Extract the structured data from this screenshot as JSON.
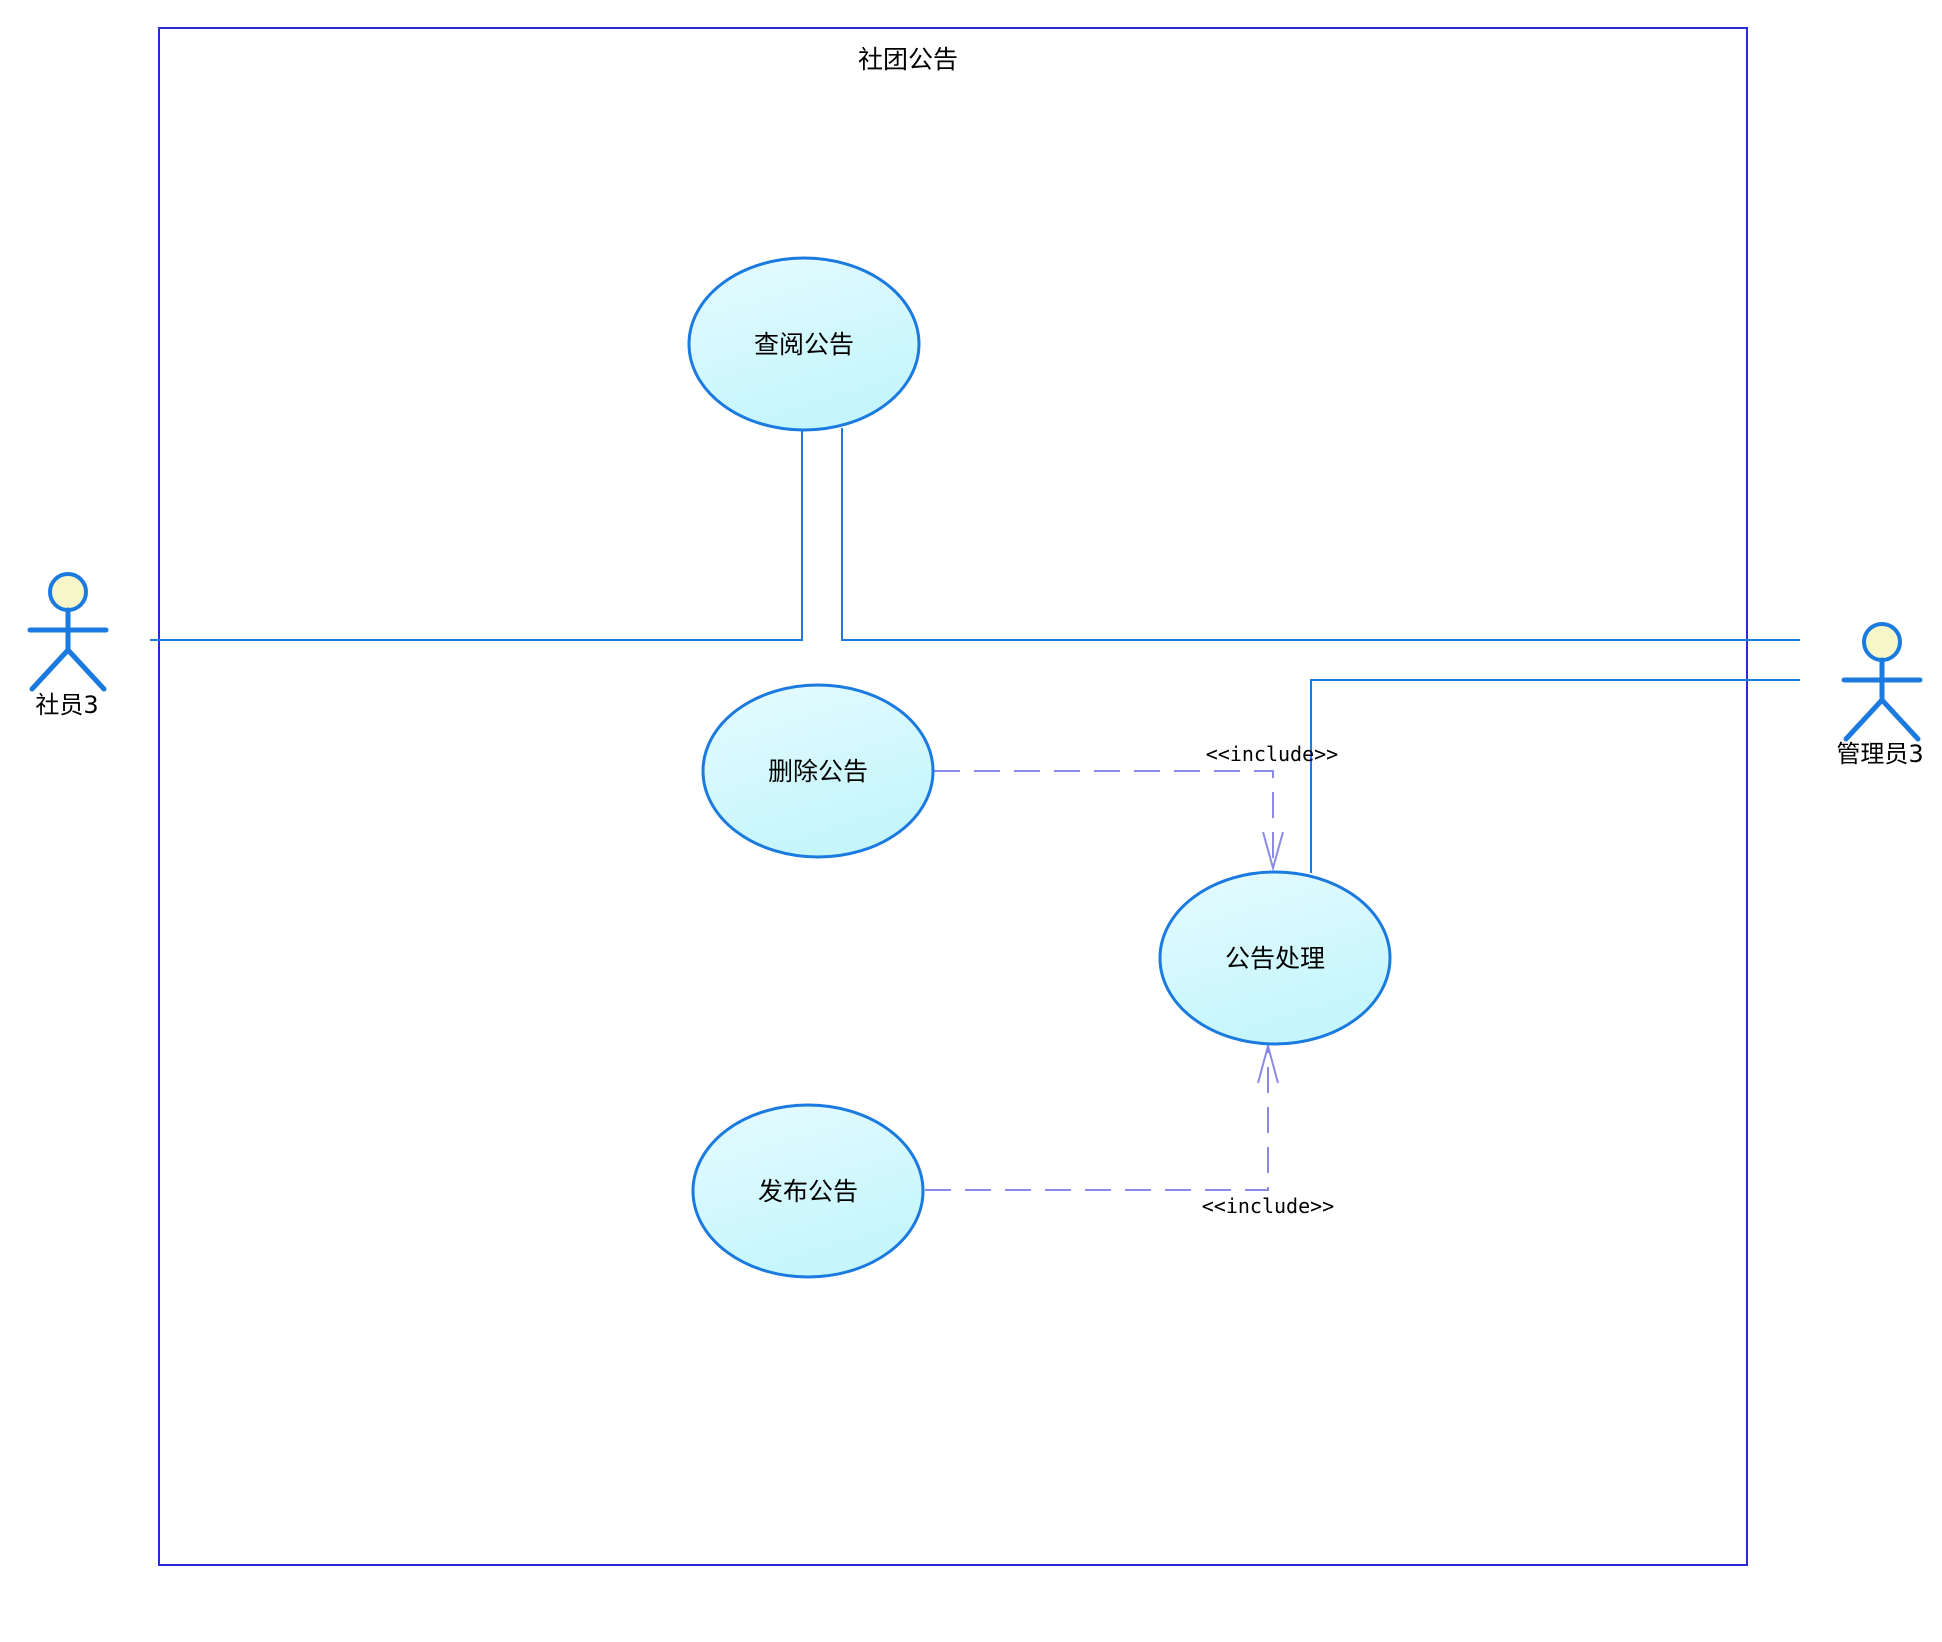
{
  "system_boundary": {
    "title": "社团公告"
  },
  "actors": {
    "member": {
      "label": "社员3"
    },
    "admin": {
      "label": "管理员3"
    }
  },
  "use_cases": {
    "view": {
      "label": "查阅公告"
    },
    "delete": {
      "label": "删除公告"
    },
    "process": {
      "label": "公告处理"
    },
    "publish": {
      "label": "发布公告"
    }
  },
  "relations": {
    "include_delete": {
      "stereotype": "<<include>>"
    },
    "include_publish": {
      "stereotype": "<<include>>"
    }
  },
  "colors": {
    "boundary": "#2a2ad8",
    "association": "#1a7ae0",
    "include": "#8a8ae8",
    "usecase_fill_top": "#e6fbff",
    "usecase_fill_bottom": "#c4f6fb",
    "usecase_stroke": "#1a7ae0",
    "actor_stroke": "#1a7ae0",
    "actor_head_fill": "#f6f6c8"
  }
}
